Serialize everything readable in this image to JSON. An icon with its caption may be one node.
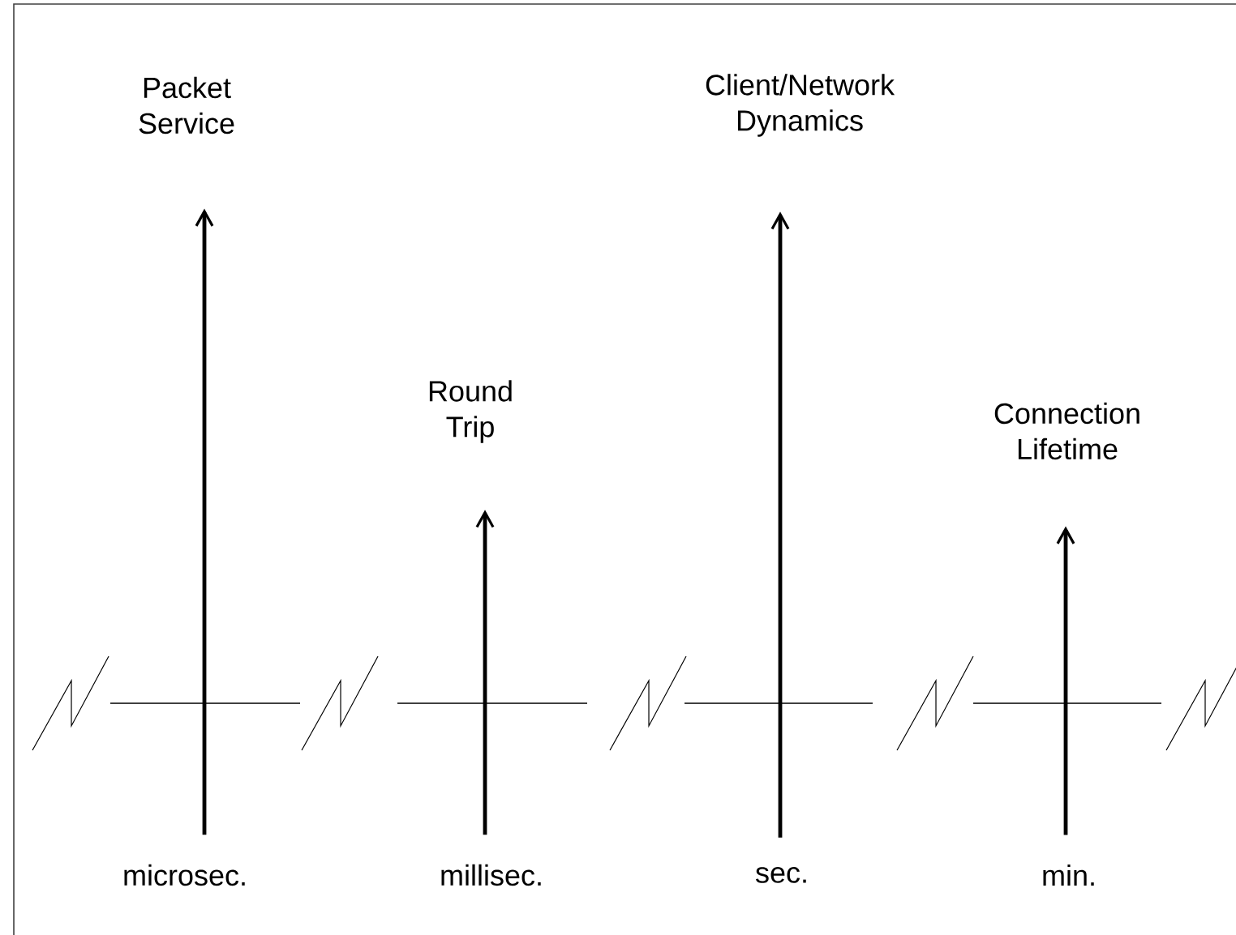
{
  "diagram": {
    "nodes": [
      {
        "text": [
          "Packet Service"
        ]
      },
      {
        "text": [
          "Round Trip"
        ]
      },
      {
        "text": [
          "Client/Network Dynamics"
        ]
      },
      {
        "text": [
          "Connection Lifetime"
        ]
      },
      {
        "text": [
          "microsec."
        ]
      },
      {
        "text": [
          "millisec."
        ]
      },
      {
        "text": [
          "sec."
        ]
      },
      {
        "text": [
          "min."
        ]
      }
    ],
    "edges": [
      {
        "from": 4,
        "to": 0,
        "arrow": "to"
      },
      {
        "from": 5,
        "to": 1,
        "arrow": "to"
      },
      {
        "from": 6,
        "to": 2,
        "arrow": "to"
      },
      {
        "from": 7,
        "to": 3,
        "arrow": "to"
      }
    ]
  }
}
